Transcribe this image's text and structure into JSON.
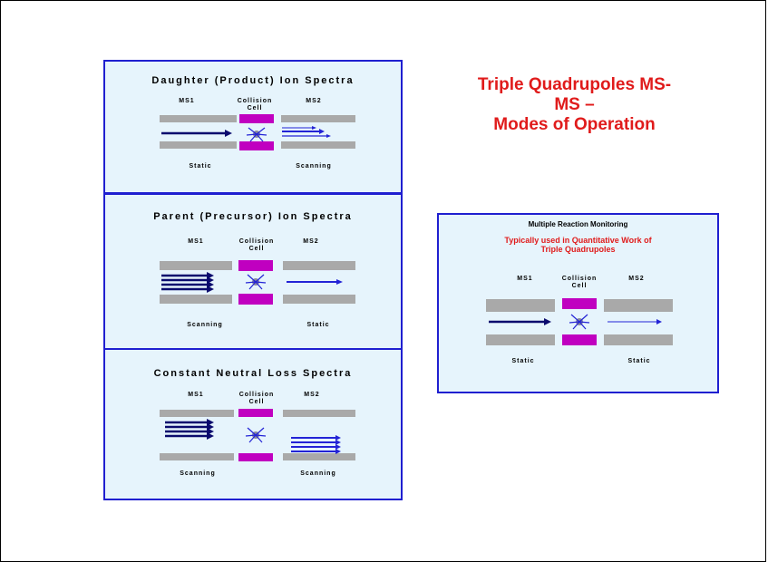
{
  "main_title": "Triple Quadrupoles MS-MS – Modes of Operation",
  "main_title_lines": [
    "Triple Quadrupoles MS-",
    "MS –",
    "Modes of Operation"
  ],
  "panel_daughter": {
    "title": "Daughter (Product) Ion Spectra",
    "ms1": "MS1",
    "cell": "Collision Cell",
    "ms2": "MS2",
    "left_status": "Static",
    "right_status": "Scanning"
  },
  "panel_parent": {
    "title": "Parent (Precursor) Ion Spectra",
    "ms1": "MS1",
    "cell": "Collision Cell",
    "ms2": "MS2",
    "left_status": "Scanning",
    "right_status": "Static"
  },
  "panel_neutral": {
    "title": "Constant Neutral Loss Spectra",
    "ms1": "MS1",
    "cell": "Collision Cell",
    "ms2": "MS2",
    "left_status": "Scanning",
    "right_status": "Scanning"
  },
  "panel_mrm": {
    "title": "Multiple Reaction Monitoring",
    "subtitle_line1": "Typically used in Quantitative Work of",
    "subtitle_line2": "Triple Quadrupoles",
    "ms1": "MS1",
    "cell": "Collision Cell",
    "ms2": "MS2",
    "left_status": "Static",
    "right_status": "Static"
  },
  "colors": {
    "panel_bg": "#e6f4fc",
    "panel_border": "#1f1fd0",
    "title_red": "#e01b1b",
    "quad_gray": "#a9a9a9",
    "collision_magenta": "#c000c0",
    "arrow_navy": "#0a0a6e",
    "arrow_blue": "#2323d6"
  }
}
